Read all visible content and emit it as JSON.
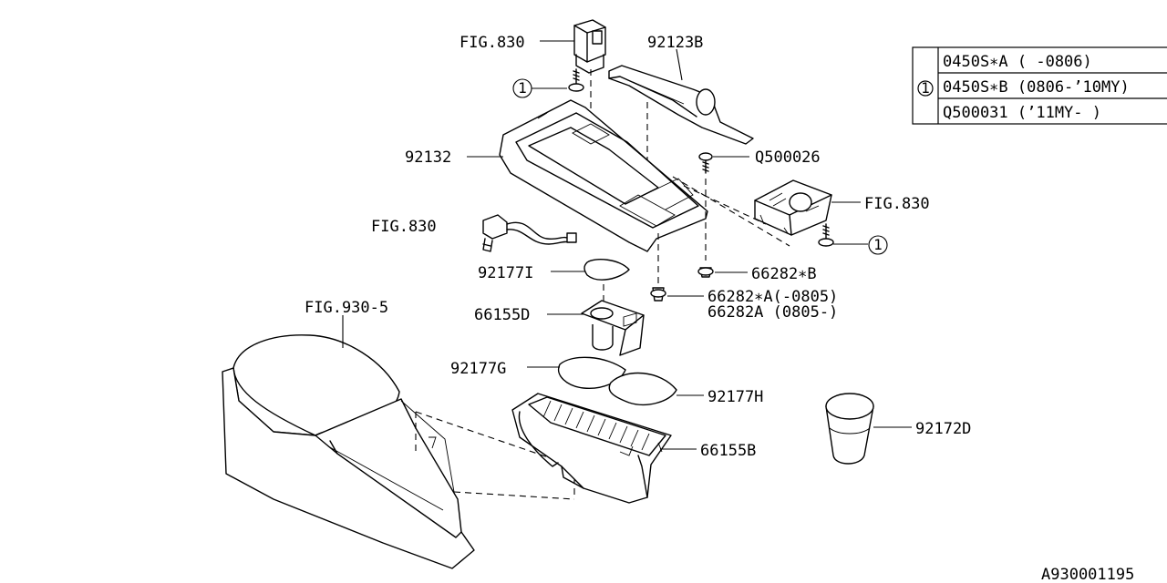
{
  "labels": {
    "fig830_top": "FIG.830",
    "p92123B": "92123B",
    "p92132": "92132",
    "pQ500026": "Q500026",
    "fig830_right": "FIG.830",
    "fig830_left": "FIG.830",
    "p92177I": "92177I",
    "p66282B": "66282∗B",
    "p66282A_1": "66282∗A(-0805)",
    "p66282A_2": "66282A (0805-)",
    "p66155D": "66155D",
    "fig930_5": "FIG.930-5",
    "p92177G": "92177G",
    "p92177H": "92177H",
    "p92172D": "92172D",
    "p66155B": "66155B",
    "callout_1": "1"
  },
  "table": {
    "ref": "1",
    "rows": [
      "0450S∗A ( -0806)",
      "0450S∗B (0806-’10MY)",
      "Q500031 (’11MY- )"
    ]
  },
  "footer_code": "A930001195"
}
